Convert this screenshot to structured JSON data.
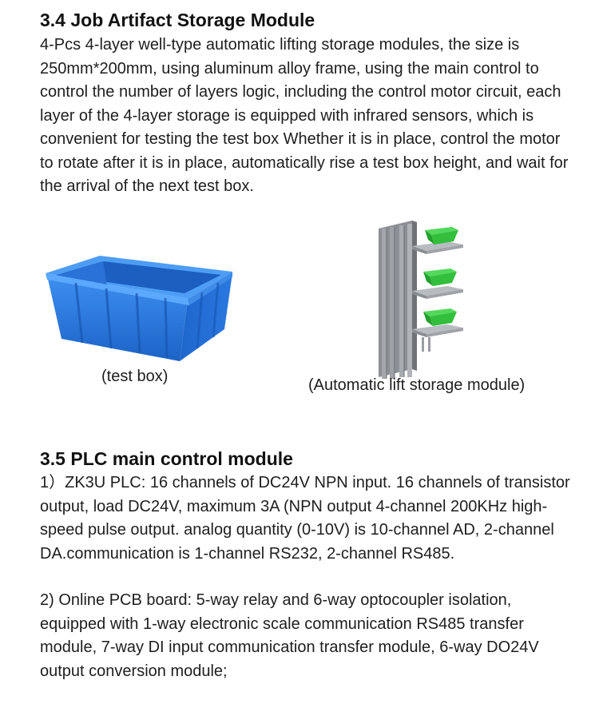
{
  "section_34": {
    "heading": "3.4 Job Artifact Storage Module",
    "paragraph": "4-Pcs 4-layer well-type automatic lifting storage modules, the size is 250mm*200mm, using aluminum alloy frame, using the main control to control the number of layers logic, including the control motor circuit, each layer of the 4-layer storage is equipped with infrared sensors, which is convenient for testing the test box Whether it is in place, control the motor to rotate after it is in place, automatically rise a test box height, and wait for the arrival of the next test box."
  },
  "figures": {
    "test_box_caption": "(test box)",
    "storage_module_caption": "(Automatic lift storage module)",
    "colors": {
      "box_blue": "#2b7de0",
      "tray_green": "#2ebd3a",
      "frame_gray": "#9a9ea3"
    }
  },
  "section_35": {
    "heading": "3.5 PLC main control module",
    "item1": "1）ZK3U PLC: 16 channels of DC24V NPN input. 16 channels of transistor output, load DC24V, maximum 3A (NPN output 4-channel 200KHz high-speed pulse output. analog quantity (0-10V) is 10-channel AD, 2-channel DA.communication is 1-channel RS232, 2-channel RS485.",
    "item2": "2) Online PCB board: 5-way relay and 6-way optocoupler isolation, equipped with 1-way electronic scale communication RS485 transfer module, 7-way DI input communication transfer module, 6-way DO24V output conversion module;"
  }
}
